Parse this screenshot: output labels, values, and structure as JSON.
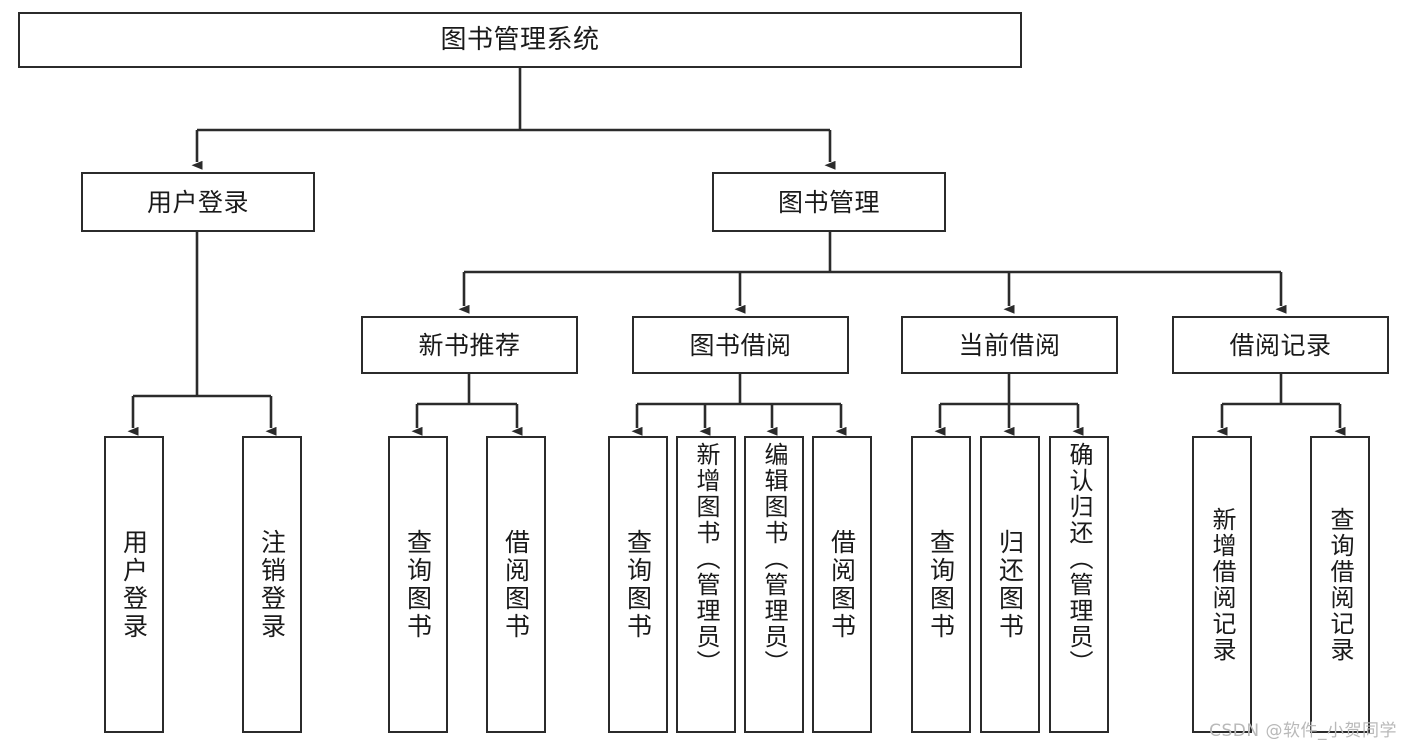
{
  "diagram": {
    "type": "tree-hierarchy",
    "title": "图书管理系统",
    "background_color": "#ffffff",
    "line_color": "#2b2b2b",
    "text_color": "#1a1a1a"
  },
  "nodes": {
    "root": {
      "label": "图书管理系统",
      "level": 1
    },
    "level2": [
      {
        "label": "用户登录",
        "level": 2
      },
      {
        "label": "图书管理",
        "level": 2
      }
    ],
    "level3": [
      {
        "label": "新书推荐",
        "level": 3
      },
      {
        "label": "图书借阅",
        "level": 3
      },
      {
        "label": "当前借阅",
        "level": 3
      },
      {
        "label": "借阅记录",
        "level": 3
      }
    ],
    "leaves": {
      "user_login": [
        {
          "label": "用户登录"
        },
        {
          "label": "注销登录"
        }
      ],
      "new_book_recommend": [
        {
          "label": "查询图书"
        },
        {
          "label": "借阅图书"
        }
      ],
      "book_borrow": [
        {
          "label": "查询图书"
        },
        {
          "label": "新增图书（管理员）"
        },
        {
          "label": "编辑图书（管理员）"
        },
        {
          "label": "借阅图书"
        }
      ],
      "current_borrow": [
        {
          "label": "查询图书"
        },
        {
          "label": "归还图书"
        },
        {
          "label": "确认归还（管理员）"
        }
      ],
      "borrow_record": [
        {
          "label": "新增借阅记录"
        },
        {
          "label": "查询借阅记录"
        }
      ]
    }
  },
  "watermark": {
    "text": "CSDN @软件_小贺同学",
    "color": "#b9b9b9"
  }
}
